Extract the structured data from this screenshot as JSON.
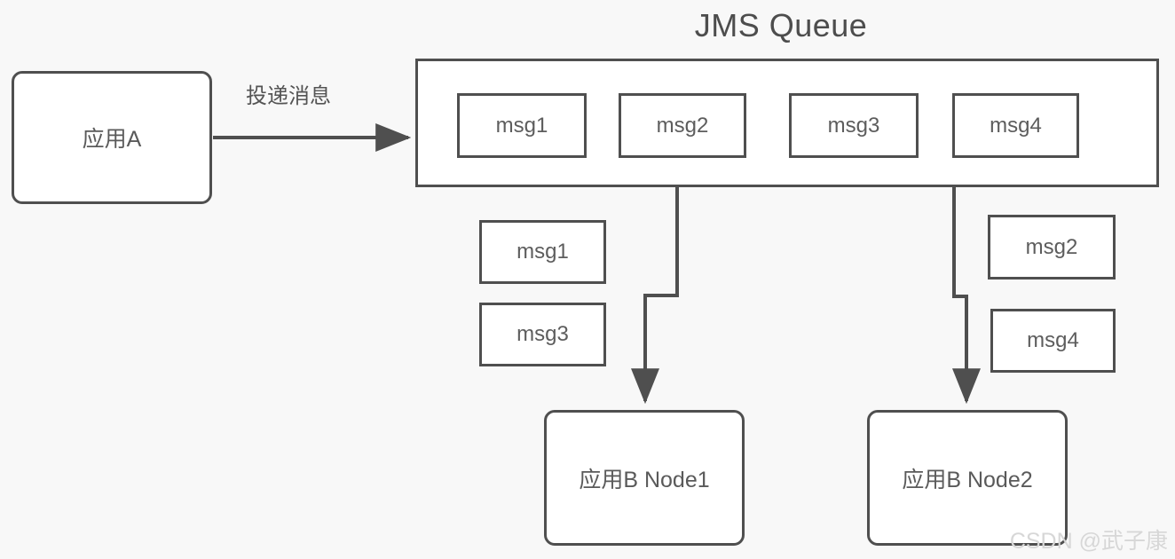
{
  "diagram": {
    "title": "JMS Queue",
    "background_color": "#f8f8f8",
    "stroke_color": "#4f4f4f",
    "text_color": "#555555"
  },
  "producer": {
    "label": "应用A"
  },
  "edges": {
    "publish_label": "投递消息"
  },
  "queue": {
    "messages": [
      {
        "label": "msg1"
      },
      {
        "label": "msg2"
      },
      {
        "label": "msg3"
      },
      {
        "label": "msg4"
      }
    ]
  },
  "consumer_left": {
    "label": "应用B Node1",
    "received": [
      {
        "label": "msg1"
      },
      {
        "label": "msg3"
      }
    ]
  },
  "consumer_right": {
    "label": "应用B Node2",
    "received": [
      {
        "label": "msg2"
      },
      {
        "label": "msg4"
      }
    ]
  },
  "watermark": {
    "text": "CSDN @武子康"
  }
}
